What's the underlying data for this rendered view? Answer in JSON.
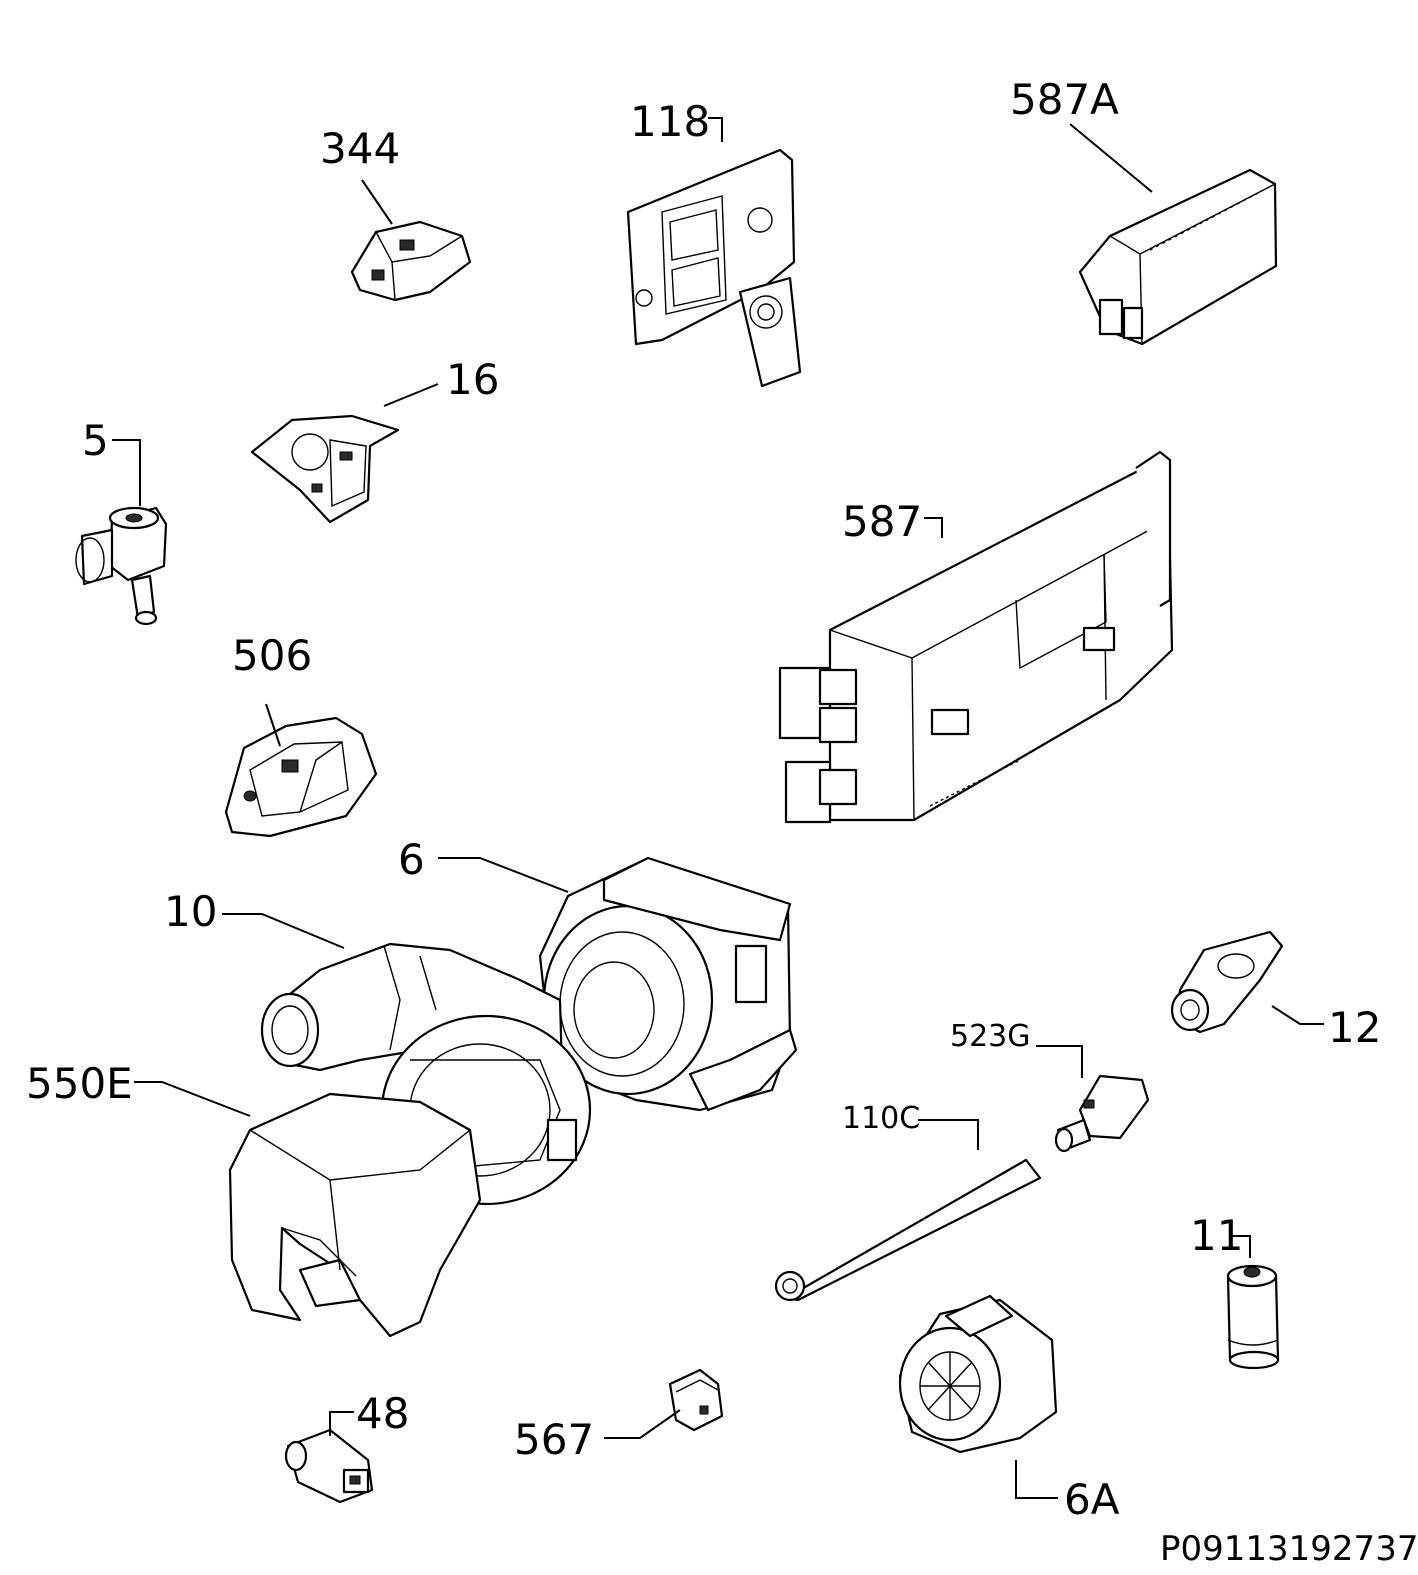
{
  "diagram": {
    "labels": {
      "p344": "344",
      "p118": "118",
      "p587A": "587A",
      "p16": "16",
      "p5": "5",
      "p587": "587",
      "p506": "506",
      "p6": "6",
      "p10": "10",
      "p550E": "550E",
      "p12": "12",
      "p523G": "523G",
      "p110C": "110C",
      "p11": "11",
      "p48": "48",
      "p567": "567",
      "p6A": "6A"
    },
    "reference_code": "P09113192737"
  }
}
